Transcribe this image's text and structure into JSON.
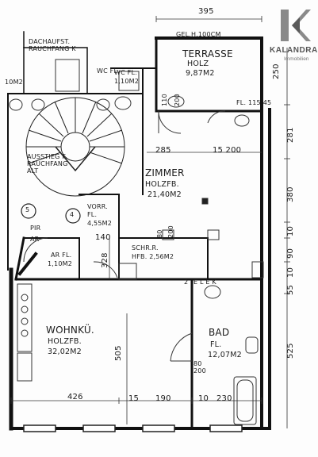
{
  "logo": {
    "brand": "KALANDRA",
    "subtitle": "Immobilien",
    "color": "#7a7a7a"
  },
  "rooms": {
    "terrasse": {
      "name": "TERRASSE",
      "floor": "HOLZ",
      "area": "9,87M2"
    },
    "zimmer": {
      "name": "ZIMMER",
      "floor": "HOLZFB.",
      "area": "21,40M2"
    },
    "wohnkueche": {
      "name": "WOHNKÜ.",
      "floor": "HOLZFB.",
      "area": "32,02M2"
    },
    "bad": {
      "name": "BAD",
      "floor": "FL.",
      "area": "12,07M2"
    },
    "vorraum": {
      "name": "VORR.",
      "floor": "FL.",
      "area": "4,55M2"
    },
    "schrankraum": {
      "name": "SCHR.R.",
      "area": "HFB. 2,56M2"
    },
    "wc": {
      "name": "WC FL.",
      "area": "1,10M2"
    },
    "ar": {
      "name": "AR FL.",
      "area": "1,10M2"
    },
    "left_top_area": "10M2",
    "aufstieg": "AUSSTIEG F. RAUCHFANG ALT",
    "dachaufstieg": "DACHAUFST. RAUCHFANG K",
    "pir": "PIR",
    "ar_short": "AR",
    "stair_no_1": "5",
    "stair_no_2": "4",
    "gel": "GEL.H.100CM",
    "wc_fl2": "WC FL.",
    "bad_fl": "FL. 115/45",
    "elek": "E L E K",
    "small_2": "2",
    "door_80_200": "80 200"
  },
  "dimensions": {
    "top_395": "395",
    "right_250": "250",
    "right_281": "281",
    "right_380": "380",
    "right_10_a": "10",
    "right_90": "90",
    "right_10_b": "10",
    "right_55": "55",
    "right_525": "525",
    "mid_285": "285",
    "mid_15_200": "15 200",
    "mid_140": "140",
    "mid_328": "328",
    "mid_505": "505",
    "bottom_426": "426",
    "bottom_15": "15",
    "bottom_190": "190",
    "bottom_10": "10",
    "bottom_230": "230",
    "door_110": "110",
    "door_200": "200",
    "door_80": "80",
    "door_200b": "200"
  }
}
